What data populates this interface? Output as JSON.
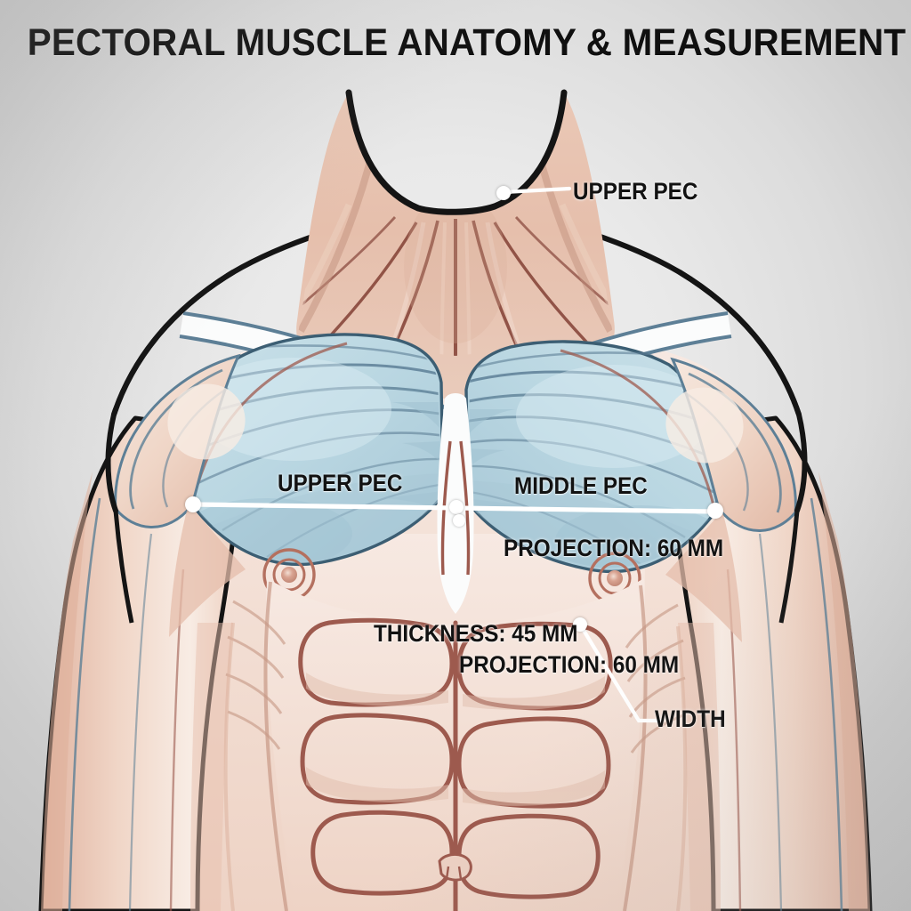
{
  "title": "PECTORAL MUSCLE ANATOMY & MEASUREMENT",
  "labels": {
    "upper_pec_callout": "UPPER PEC",
    "upper_pec_region": "UPPER PEC",
    "middle_pec_region": "MIDDLE PEC",
    "projection_top": "PROJECTION: 60 MM",
    "thickness": "THICKNESS: 45 MM",
    "projection_bottom": "PROJECTION: 60 MM",
    "width": "WIDTH"
  },
  "measurements": [
    {
      "name": "THICKNESS",
      "value": 45,
      "unit": "MM",
      "text": "THICKNESS: 45 MM"
    },
    {
      "name": "PROJECTION",
      "value": 60,
      "unit": "MM",
      "text": "PROJECTION: 60 MM"
    },
    {
      "name": "WIDTH",
      "value": null,
      "unit": "",
      "text": "WIDTH"
    }
  ],
  "regions": [
    {
      "name": "UPPER PEC",
      "side": "left"
    },
    {
      "name": "MIDDLE PEC",
      "side": "right"
    },
    {
      "name": "UPPER PEC",
      "side": "clavicular-callout"
    }
  ],
  "colors": {
    "background_light": "#efefef",
    "background_dark": "#c2c2c2",
    "pec_fill": "#b5d2de",
    "pec_fill_light": "#c5dde6",
    "pec_fiber": "#5d7f96",
    "skin_light": "#f7e9e1",
    "skin_mid": "#eccfc0",
    "skin_shadow": "#dfb5a3",
    "outline_dark": "#141414",
    "outline_red": "#9d5a4e",
    "nipple_ring": "#b4705f",
    "callout_white": "#ffffff",
    "text": "#121212"
  }
}
